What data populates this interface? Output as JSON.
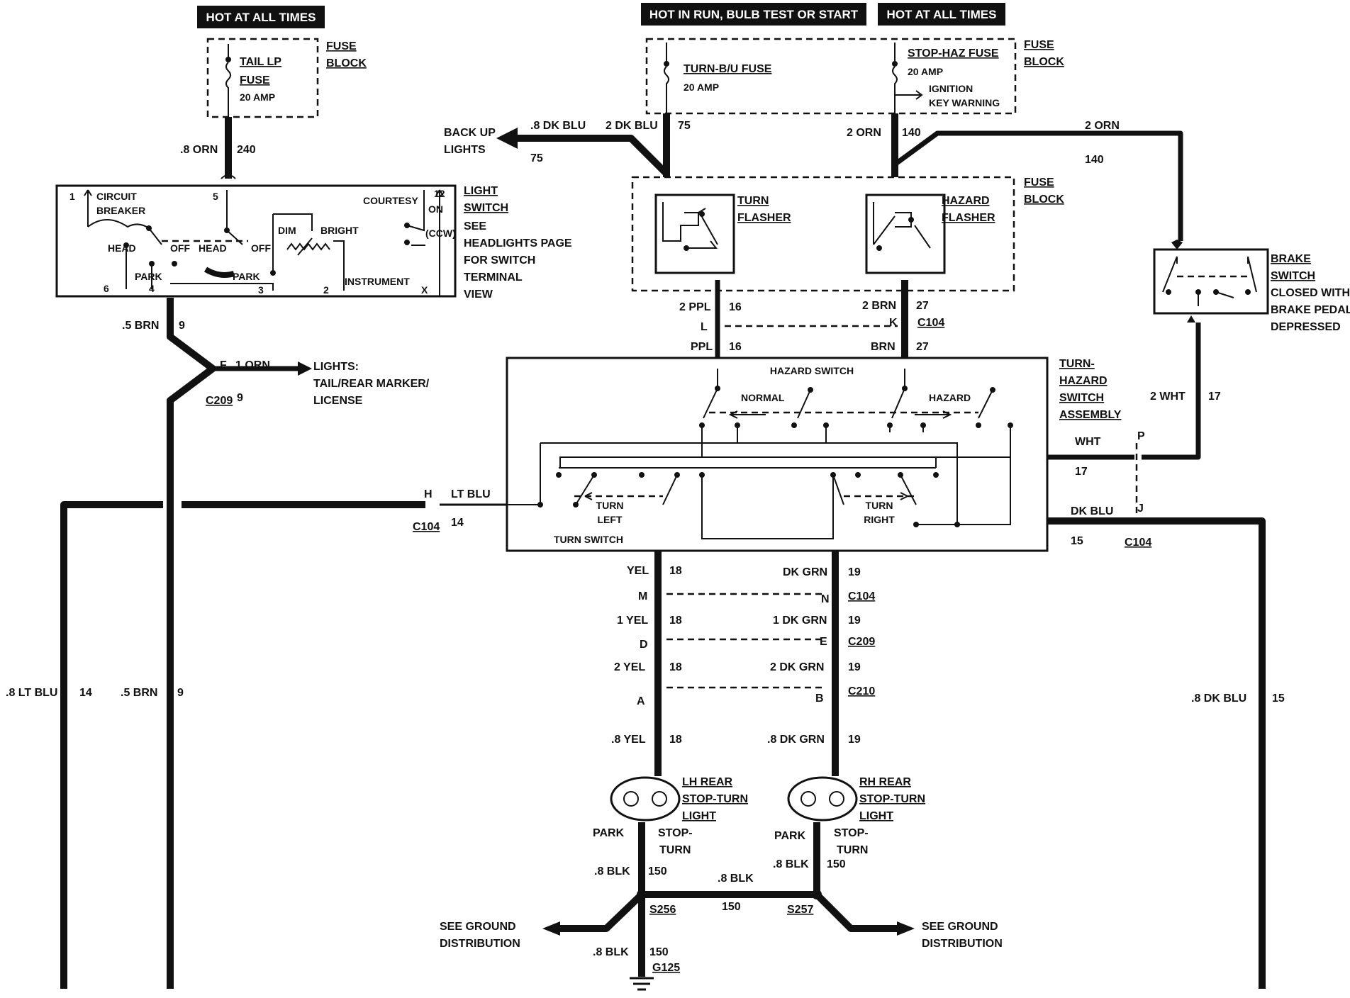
{
  "headers": {
    "hot_left": "HOT AT ALL TIMES",
    "hot_run": "HOT IN RUN, BULB TEST OR START",
    "hot_right": "HOT AT ALL TIMES"
  },
  "fuse_block_left": {
    "label_line1": "FUSE",
    "label_line2": "BLOCK",
    "fuse_line1": "TAIL LP",
    "fuse_line2": "FUSE",
    "rating": "20 AMP"
  },
  "fuse_block_top": {
    "label_line1": "FUSE",
    "label_line2": "BLOCK",
    "turn_fuse": "TURN-B/U FUSE",
    "turn_rating": "20 AMP",
    "stop_fuse": "STOP-HAZ FUSE",
    "stop_rating": "20 AMP",
    "ign_line1": "IGNITION",
    "ign_line2": "KEY WARNING"
  },
  "fuse_block_flashers": {
    "label_line1": "FUSE",
    "label_line2": "BLOCK",
    "turn_line1": "TURN",
    "turn_line2": "FLASHER",
    "hazard_line1": "HAZARD",
    "hazard_line2": "FLASHER"
  },
  "light_switch": {
    "title_line1": "LIGHT",
    "title_line2": "SWITCH",
    "note_line1": "SEE",
    "note_line2": "HEADLIGHTS PAGE",
    "note_line3": "FOR SWITCH",
    "note_line4": "TERMINAL",
    "note_line5": "VIEW",
    "circuit_line1": "CIRCUIT",
    "circuit_line2": "BREAKER",
    "head1": "HEAD",
    "off1": "OFF",
    "head2": "HEAD",
    "off2": "OFF",
    "park1": "PARK",
    "park2": "PARK",
    "dim": "DIM",
    "bright": "BRIGHT",
    "courtesy": "COURTESY",
    "on": "ON",
    "ccw": "(CCW)",
    "instrument": "INSTRUMENT",
    "t1": "1",
    "t5": "5",
    "t12": "12",
    "t6": "6",
    "t4": "4",
    "t3": "3",
    "t2": "2",
    "tx": "X"
  },
  "brake_switch": {
    "line1": "BRAKE",
    "line2": "SWITCH",
    "line3": "CLOSED WITH",
    "line4": "BRAKE PEDAL",
    "line5": "DEPRESSED"
  },
  "turn_hazard": {
    "title_line1": "TURN-",
    "title_line2": "HAZARD",
    "title_line3": "SWITCH",
    "title_line4": "ASSEMBLY",
    "hazard_switch": "HAZARD SWITCH",
    "normal": "NORMAL",
    "hazard": "HAZARD",
    "turn_left_1": "TURN",
    "turn_left_2": "LEFT",
    "turn_right_1": "TURN",
    "turn_right_2": "RIGHT",
    "turn_switch": "TURN SWITCH"
  },
  "wires": {
    "orn_08": ".8 ORN",
    "n240": "240",
    "brn_05": ".5 BRN",
    "n9": "9",
    "c209_f": "F",
    "orn_1": "1 ORN",
    "c209": "C209",
    "c209_9": "9",
    "lights_1": "LIGHTS:",
    "lights_2": "TAIL/REAR MARKER/",
    "lights_3": "LICENSE",
    "backup_1": "BACK UP",
    "backup_2": "LIGHTS",
    "dkblu_08": ".8 DK BLU",
    "n75a": "75",
    "dkblu_2": "2 DK BLU",
    "n75b": "75",
    "orn_2a": "2 ORN",
    "n140a": "140",
    "orn_2b": "2 ORN",
    "n140b": "140",
    "ppl_2": "2 PPL",
    "n16a": "16",
    "brn_2": "2 BRN",
    "n27a": "27",
    "c_l": "L",
    "c_k": "K",
    "c104_top": "C104",
    "ppl": "PPL",
    "n16b": "16",
    "brn": "BRN",
    "n27b": "27",
    "wht_2": "2 WHT",
    "n17a": "17",
    "wht": "WHT",
    "n17b": "17",
    "c_p": "P",
    "c_h": "H",
    "ltblu": "LT BLU",
    "c104_left": "C104",
    "n14a": "14",
    "dkblu": "DK BLU",
    "c_j": "J",
    "n15a": "15",
    "c104_right": "C104",
    "yel": "YEL",
    "n18a": "18",
    "dkgrn": "DK GRN",
    "n19a": "19",
    "c_m": "M",
    "c_n": "N",
    "c104_mid": "C104",
    "yel_1": "1 YEL",
    "n18b": "18",
    "dkgrn_1": "1 DK GRN",
    "n19b": "19",
    "c_d": "D",
    "c_e": "E",
    "c209_mid": "C209",
    "yel_2": "2 YEL",
    "n18c": "18",
    "dkgrn_2": "2 DK GRN",
    "n19c": "19",
    "c_a": "A",
    "c_b": "B",
    "c210": "C210",
    "yel_08": ".8 YEL",
    "n18d": "18",
    "dkgrn_08": ".8 DK GRN",
    "n19d": "19",
    "ltblu_08": ".8 LT BLU",
    "n14b": "14",
    "brn_05b": ".5 BRN",
    "n9b": "9",
    "dkblu_08b": ".8 DK BLU",
    "n15b": "15"
  },
  "lamps": {
    "lh_1": "LH REAR",
    "lh_2": "STOP-TURN",
    "lh_3": "LIGHT",
    "rh_1": "RH REAR",
    "rh_2": "STOP-TURN",
    "rh_3": "LIGHT",
    "park_l": "PARK",
    "stop_l1": "STOP-",
    "stop_l2": "TURN",
    "park_r": "PARK",
    "stop_r1": "STOP-",
    "stop_r2": "TURN"
  },
  "ground": {
    "blk_l": ".8 BLK",
    "n150a": "150",
    "blk_mid": ".8 BLK",
    "n150b": "150",
    "blk_r": ".8 BLK",
    "n150c": "150",
    "s256": "S256",
    "s257": "S257",
    "see_l1": "SEE GROUND",
    "see_l2": "DISTRIBUTION",
    "see_r1": "SEE GROUND",
    "see_r2": "DISTRIBUTION",
    "blk_bot": ".8 BLK",
    "n150d": "150",
    "g125": "G125"
  }
}
